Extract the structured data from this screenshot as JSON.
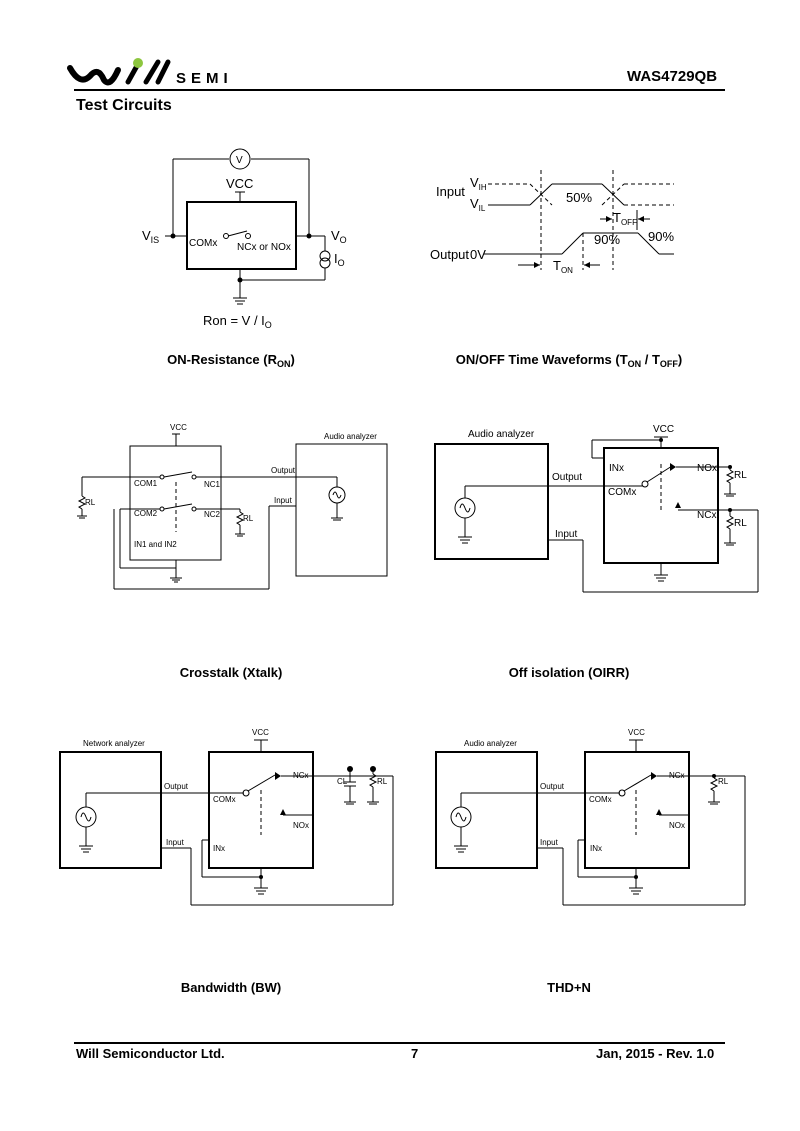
{
  "header": {
    "logo_text": "SEMI",
    "part_number": "WAS4729QB"
  },
  "section_title": "Test Circuits",
  "circuits": {
    "ron": {
      "caption_prefix": "ON-Resistance (R",
      "caption_sub": "ON",
      "caption_suffix": ")",
      "vcc": "VCC",
      "v": "V",
      "vis": "V",
      "vis_sub": "IS",
      "vo": "V",
      "vo_sub": "O",
      "io": "I",
      "io_sub": "O",
      "com": "COMx",
      "nc": "NCx or NOx",
      "formula": "Ron = V / I",
      "formula_sub": "O"
    },
    "onoff": {
      "caption_prefix": "ON/OFF Time Waveforms (T",
      "caption_sub1": "ON",
      "caption_mid": " / T",
      "caption_sub2": "OFF",
      "caption_suffix": ")",
      "input": "Input",
      "vih": "V",
      "vih_sub": "IH",
      "vil": "V",
      "vil_sub": "IL",
      "fifty": "50%",
      "toff": "T",
      "toff_sub": "OFF",
      "ninety_a": "90%",
      "ninety_b": "90%",
      "output": "Output",
      "zero_v": "0V",
      "ton": "T",
      "ton_sub": "ON"
    },
    "xtalk": {
      "caption": "Crosstalk (Xtalk)",
      "vcc": "VCC",
      "analyzer": "Audio analyzer",
      "output": "Output",
      "input": "Input",
      "com1": "COM1",
      "com2": "COM2",
      "nc1": "NC1",
      "nc2": "NC2",
      "in": "IN1 and IN2",
      "rl_a": "RL",
      "rl_b": "RL"
    },
    "oirr": {
      "caption": "Off isolation (OIRR)",
      "analyzer": "Audio analyzer",
      "vcc": "VCC",
      "output": "Output",
      "input": "Input",
      "inx": "INx",
      "comx": "COMx",
      "nox": "NOx",
      "ncx": "NCx",
      "rl_a": "RL",
      "rl_b": "RL"
    },
    "bw": {
      "caption": "Bandwidth (BW)",
      "analyzer": "Network analyzer",
      "vcc": "VCC",
      "output": "Output",
      "input": "Input",
      "comx": "COMx",
      "ncx": "NCx",
      "nox": "NOx",
      "inx": "INx",
      "cl": "CL",
      "rl": "RL"
    },
    "thd": {
      "caption": "THD+N",
      "analyzer": "Audio analyzer",
      "vcc": "VCC",
      "output": "Output",
      "input": "Input",
      "comx": "COMx",
      "ncx": "NCx",
      "nox": "NOx",
      "inx": "INx",
      "rl": "RL"
    }
  },
  "footer": {
    "company": "Will Semiconductor Ltd.",
    "page": "7",
    "revision": "Jan, 2015 - Rev. 1.0"
  },
  "colors": {
    "logo_dot": "#8dc63f",
    "ink": "#000000"
  }
}
